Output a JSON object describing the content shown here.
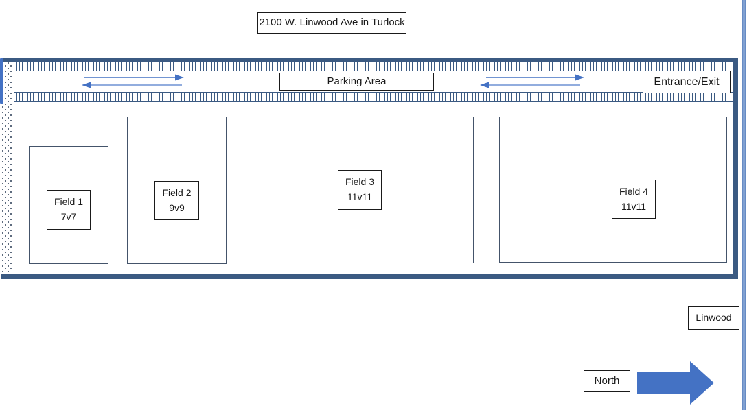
{
  "title": {
    "label": "2100 W. Linwood Ave in Turlock"
  },
  "parking": {
    "label": "Parking Area"
  },
  "entrance": {
    "label": "Entrance/Exit"
  },
  "fields": [
    {
      "name": "Field 1",
      "size": "7v7"
    },
    {
      "name": "Field 2",
      "size": "9v9"
    },
    {
      "name": "Field 3",
      "size": "11v11"
    },
    {
      "name": "Field 4",
      "size": "11v11"
    }
  ],
  "street": {
    "label": "Linwood"
  },
  "compass": {
    "label": "North"
  },
  "colors": {
    "accent_blue": "#4472c4",
    "outline_dark_blue": "#3b5a82",
    "field_outline": "#44546a",
    "street_line_blue": "#7294c7"
  }
}
